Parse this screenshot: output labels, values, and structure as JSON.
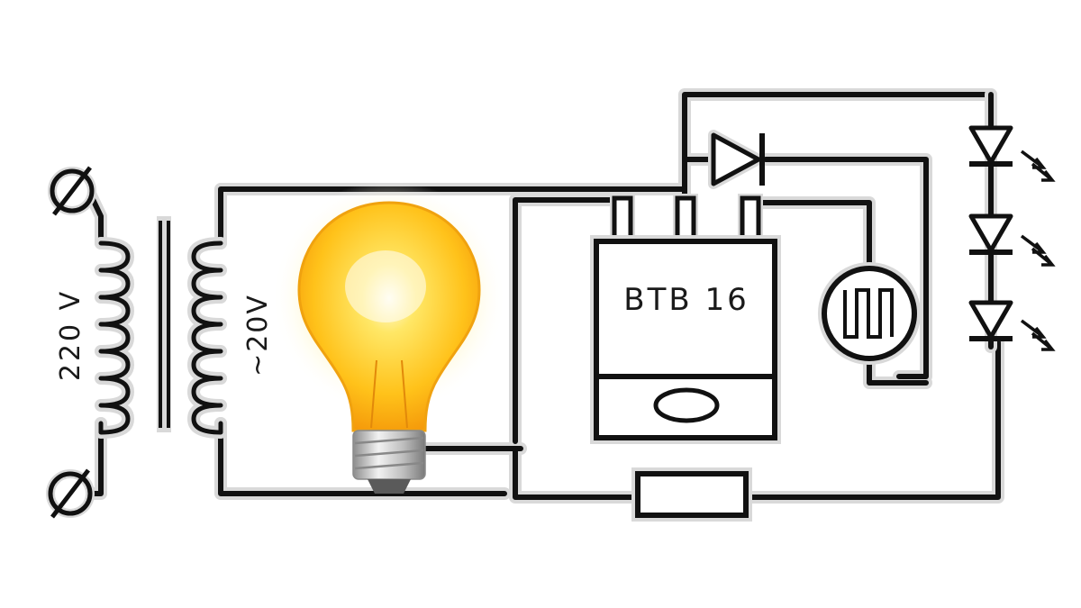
{
  "diagram": {
    "labels": {
      "primary_voltage": "220 V",
      "secondary_voltage": "~20V",
      "triac": "BTB 16"
    },
    "components": {
      "transformer": "transformer-icon",
      "lamp": "light-bulb-icon",
      "triac": "triac-package-icon",
      "diode": "diode-icon",
      "photoresistor": "photoresistor-icon",
      "leds": "led-icon",
      "resistor": "resistor-icon",
      "terminals": "terminal-icon"
    },
    "colors": {
      "wire": "#111111",
      "halo": "#d9d9d9",
      "bulb_glow": "#ffd21a",
      "bulb_base": "#c9c9c9"
    }
  }
}
